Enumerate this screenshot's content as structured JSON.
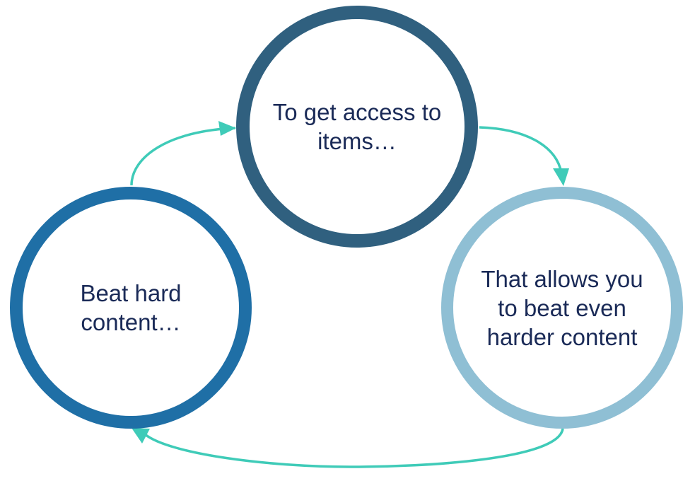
{
  "diagram": {
    "nodes": {
      "top": {
        "label": "To get access to\nitems…",
        "ring_color": "#30607f"
      },
      "right": {
        "label": "That allows you\nto beat even\nharder content",
        "ring_color": "#8fbfd4"
      },
      "left": {
        "label": "Beat hard\ncontent…",
        "ring_color": "#1f6fa6"
      }
    },
    "arrow_color": "#3fcbb8",
    "text_color": "#1a2a57",
    "edges": [
      {
        "from": "left",
        "to": "top"
      },
      {
        "from": "top",
        "to": "right"
      },
      {
        "from": "right",
        "to": "left"
      }
    ]
  }
}
